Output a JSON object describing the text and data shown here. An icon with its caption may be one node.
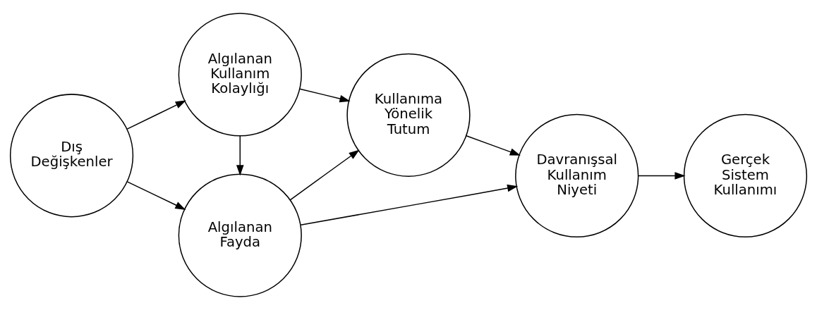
{
  "diagram": {
    "nodes": [
      {
        "text": [
          "Dış Değişkenler"
        ]
      },
      {
        "text": [
          "Algılanan Fayda"
        ]
      },
      {
        "text": [
          "Algılanan Kullanım Kolaylığı"
        ]
      },
      {
        "text": [
          "Kullanıma Yönelik Tutum"
        ]
      },
      {
        "text": [
          "Davranışsal Kullanım Niyeti"
        ]
      },
      {
        "text": [
          "Gerçek Sistem Kullanımı"
        ]
      }
    ],
    "edges": [
      {
        "from": 0,
        "to": 1,
        "arrow": "to"
      },
      {
        "from": 0,
        "to": 2,
        "arrow": "to"
      },
      {
        "from": 2,
        "to": 1,
        "arrow": "to"
      },
      {
        "from": 1,
        "to": 3,
        "arrow": "to"
      },
      {
        "from": 2,
        "to": 3,
        "arrow": "to"
      },
      {
        "from": 1,
        "to": 4,
        "arrow": "to"
      },
      {
        "from": 3,
        "to": 4,
        "arrow": "to"
      },
      {
        "from": 4,
        "to": 5,
        "arrow": "to"
      }
    ]
  }
}
